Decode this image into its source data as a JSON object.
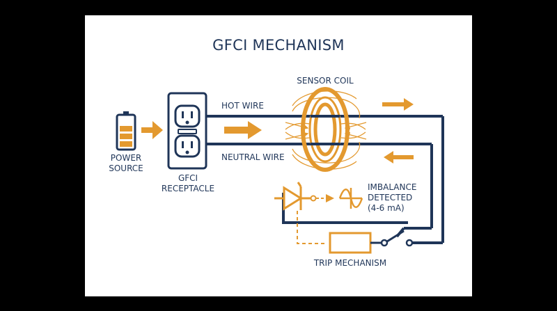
{
  "title": "GFCI MECHANISM",
  "labels": {
    "power_source": [
      "POWER",
      "SOURCE"
    ],
    "receptacle": [
      "GFCI",
      "RECEPTACLE"
    ],
    "sensor_coil": "SENSOR COIL",
    "hot_wire": "HOT WIRE",
    "neutral_wire": "NEUTRAL WIRE",
    "imbalance": [
      "IMBALANCE",
      "DETECTED",
      "(4-6 mA)"
    ],
    "trip_mechanism": "TRIP MECHANISM"
  },
  "colors": {
    "navy": "#1f3558",
    "orange": "#e3992f",
    "background": "#ffffff",
    "frame": "#000000"
  },
  "icons": [
    "battery-icon",
    "outlet-icon",
    "coil-icon",
    "diode-icon",
    "sine-wave-icon",
    "switch-icon",
    "arrow-icon"
  ]
}
